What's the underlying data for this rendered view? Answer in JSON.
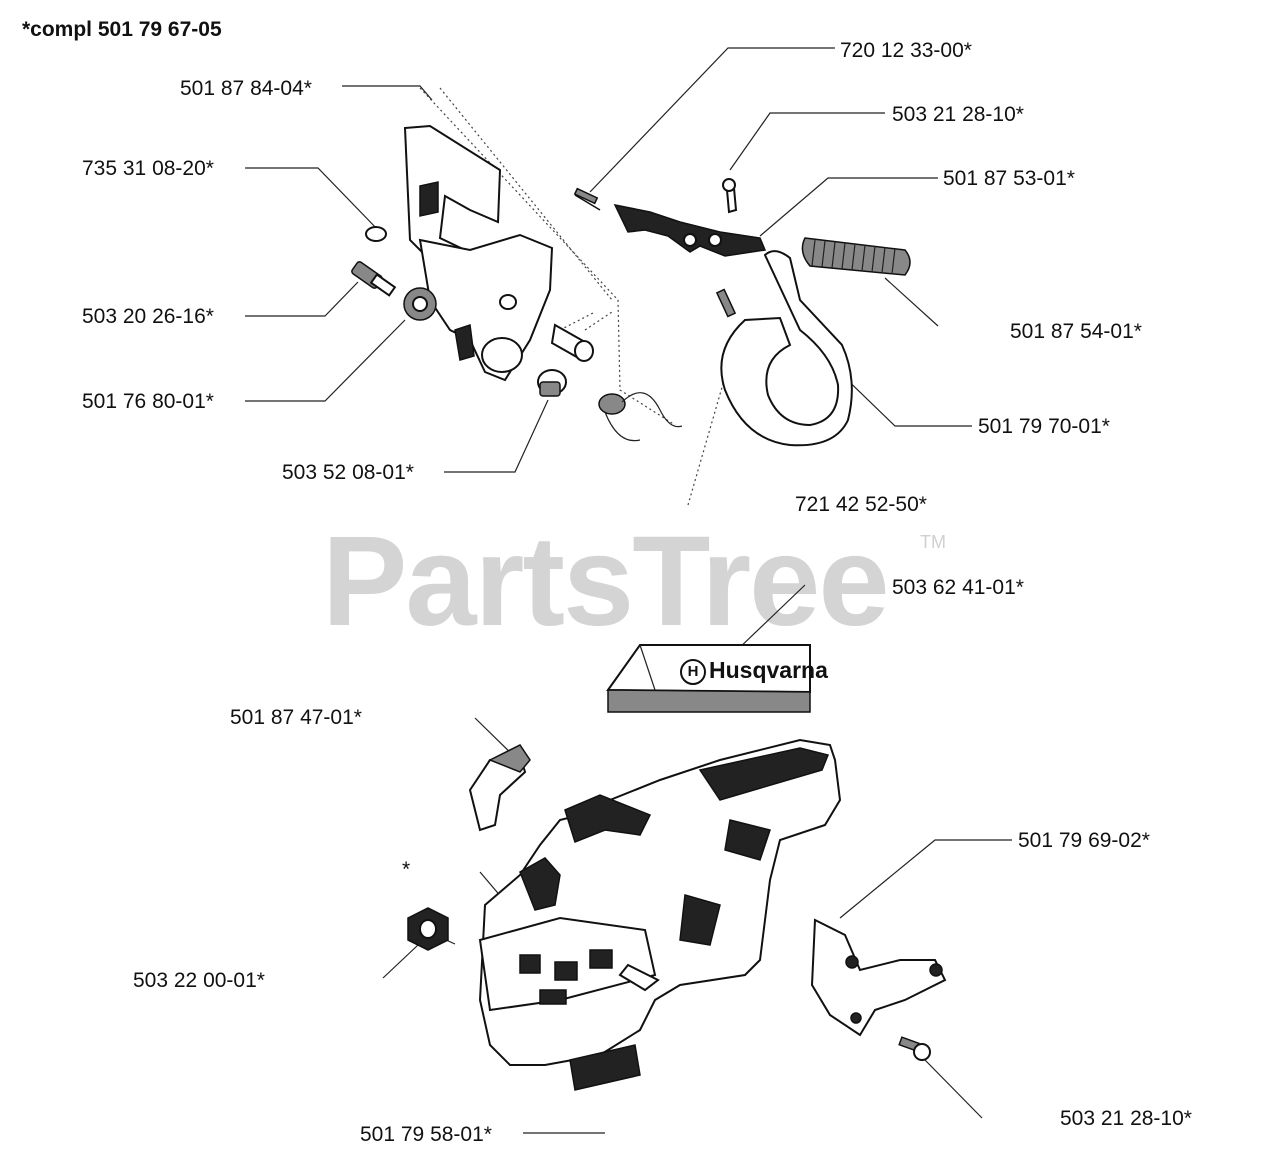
{
  "title": "*compl 501 79 67-05",
  "watermark": {
    "text": "PartsTree",
    "tm": "TM"
  },
  "brand": "Husqvarna",
  "asterisk": "*",
  "labels": {
    "l1": "501 87 84-04*",
    "l2": "735 31 08-20*",
    "l3": "503 20 26-16*",
    "l4": "501 76 80-01*",
    "l5": "503 52 08-01*",
    "l6": "720 12 33-00*",
    "l7": "503 21 28-10*",
    "l8": "501 87 53-01*",
    "l9": "501 87 54-01*",
    "l10": "501 79 70-01*",
    "l11": "721 42 52-50*",
    "l12": "503 62 41-01*",
    "l13": "501 87 47-01*",
    "l14": "501 79 69-02*",
    "l15": "503 22 00-01*",
    "l16": "503 21 28-10*",
    "l17": "501 79 58-01*"
  },
  "colors": {
    "ink": "#111111",
    "watermark": "#d4d4d4",
    "background": "#ffffff"
  }
}
